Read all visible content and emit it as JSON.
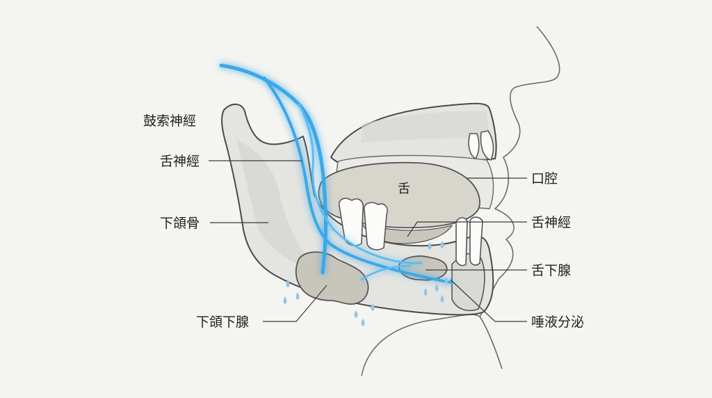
{
  "labels": {
    "chorda_tympani": "鼓索神經",
    "lingual_nerve_left": "舌神經",
    "mandible": "下頜骨",
    "submandibular_gland": "下頜下腺",
    "tongue": "舌",
    "oral_cavity": "口腔",
    "lingual_nerve_right": "舌神經",
    "sublingual_gland": "舌下腺",
    "salivation": "唾液分泌"
  },
  "colors": {
    "nerve": "#3aa8e8",
    "nerve_glow": "#7fd0ff",
    "saliva": "#8fc6e6",
    "gland": "#c8c5bb",
    "tongue": "#d8d5cc",
    "bone": "#e4e4e1",
    "background": "#f4f4f1"
  }
}
